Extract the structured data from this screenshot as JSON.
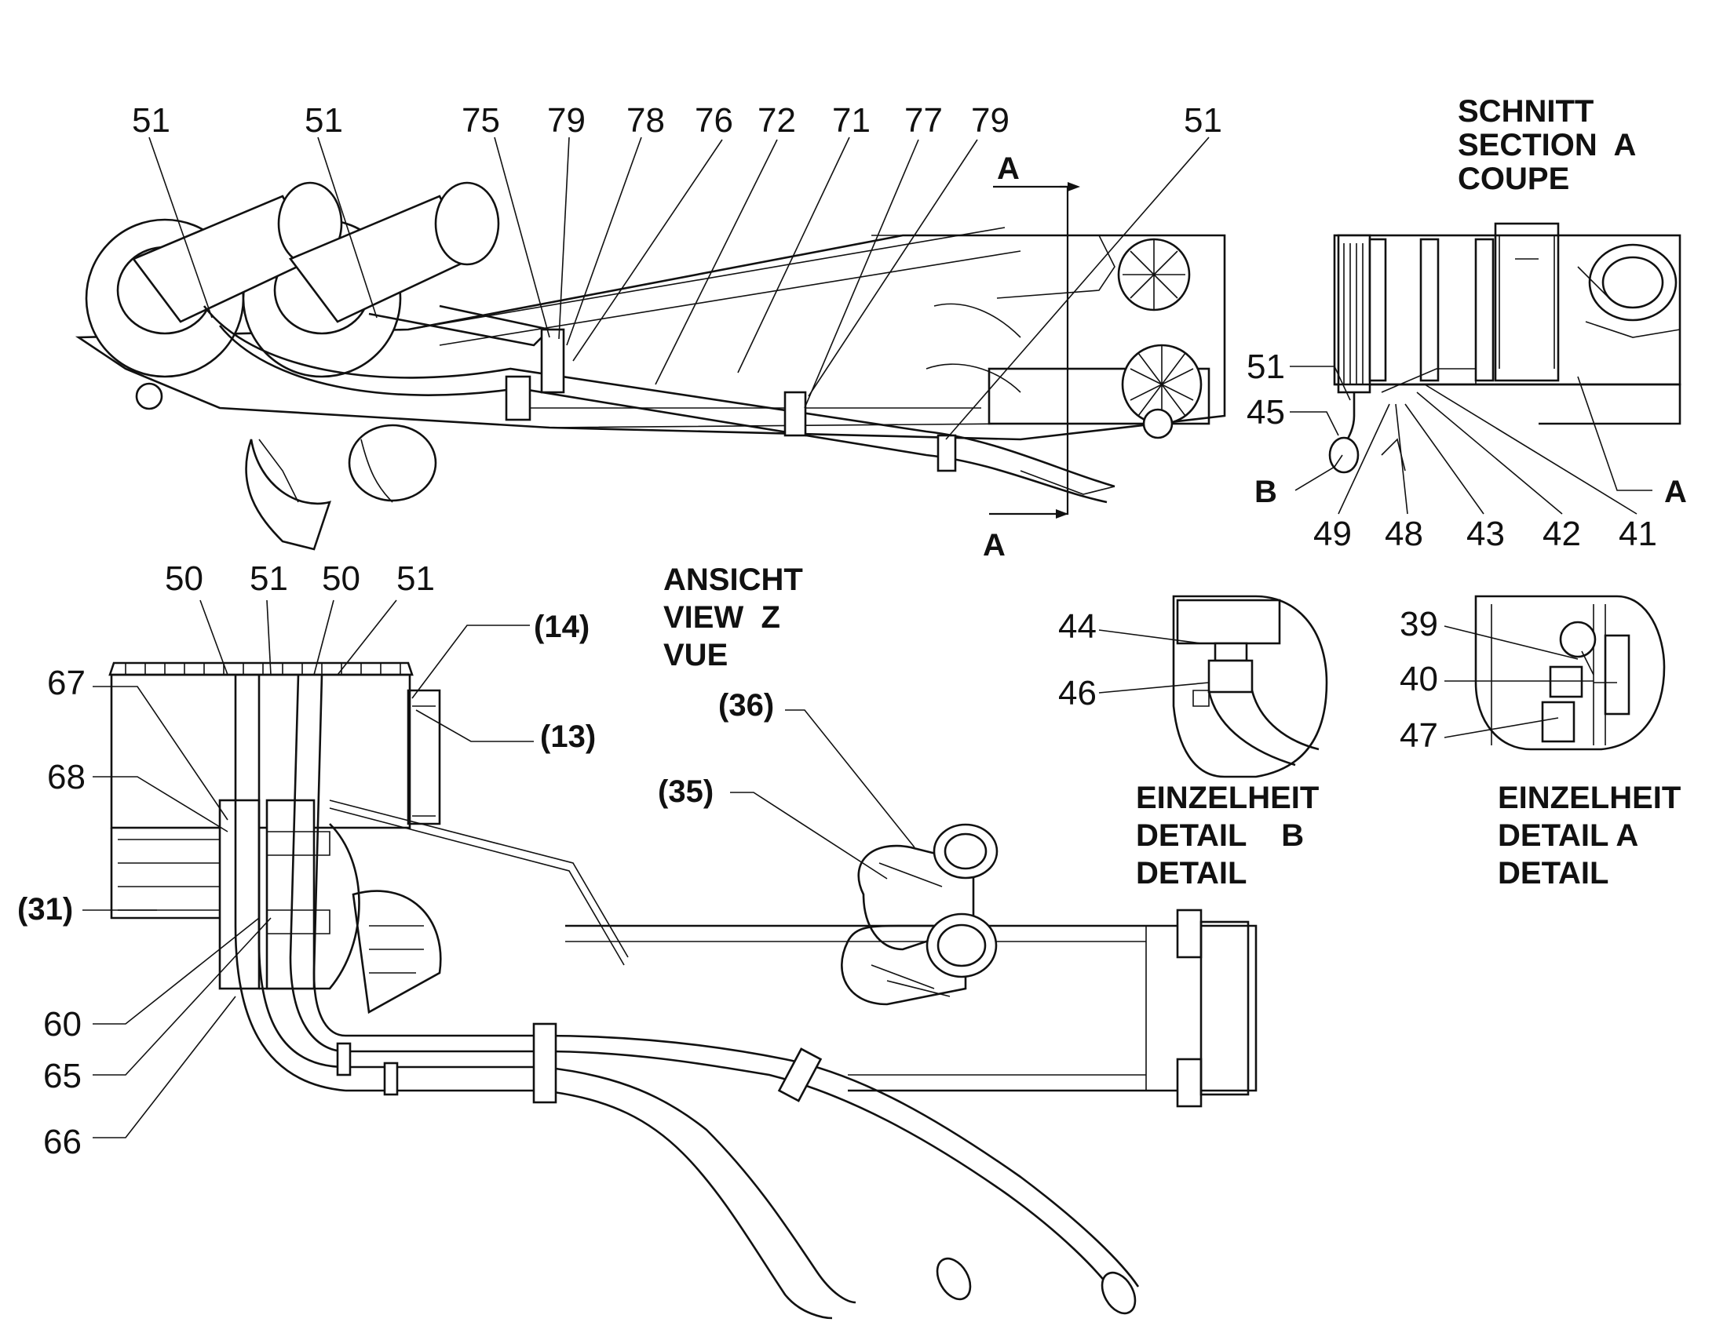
{
  "main_view": {
    "callouts": [
      "51",
      "51",
      "75",
      "79",
      "78",
      "76",
      "72",
      "71",
      "77",
      "79",
      "51"
    ],
    "section_marks": [
      "A",
      "A"
    ]
  },
  "section_a": {
    "title_lines": [
      "SCHNITT",
      "SECTION  A",
      "COUPE"
    ],
    "callouts": [
      "51",
      "45",
      "B",
      "49",
      "48",
      "43",
      "42",
      "41",
      "A"
    ]
  },
  "view_z": {
    "title_lines": [
      "ANSICHT",
      "VIEW  Z",
      "VUE"
    ],
    "callouts": [
      "50",
      "51",
      "50",
      "51",
      "67",
      "68",
      "(31)",
      "60",
      "65",
      "66",
      "(14)",
      "(13)",
      "(36)",
      "(35)"
    ]
  },
  "detail_b": {
    "title_lines": [
      "EINZELHEIT",
      "DETAIL    B",
      "DETAIL"
    ],
    "callouts": [
      "44",
      "46"
    ]
  },
  "detail_a": {
    "title_lines": [
      "EINZELHEIT",
      "DETAIL A",
      "DETAIL"
    ],
    "callouts": [
      "39",
      "40",
      "47"
    ]
  }
}
